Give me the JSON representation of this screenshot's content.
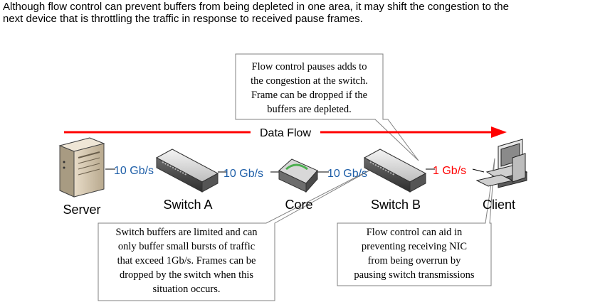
{
  "intro": {
    "line1": "Although flow control can prevent buffers from being depleted in one area, it may shift the congestion to the",
    "line2": "next device that is throttling the traffic in response to received pause frames."
  },
  "flow": {
    "label": "Data Flow",
    "color": "#ff0000"
  },
  "devices": {
    "server": "Server",
    "switch_a": "Switch A",
    "core": "Core",
    "switch_b": "Switch B",
    "client": "Client"
  },
  "links": {
    "server_switch_a": "10 Gb/s",
    "switch_a_core": "10 Gb/s",
    "core_switch_b": "10 Gb/s",
    "switch_b_client": "1 Gb/s"
  },
  "colors": {
    "link_blue": "#1f5fa8",
    "link_red": "#ff0000"
  },
  "callouts": {
    "top": [
      "Flow control pauses adds to",
      "the congestion at the switch.",
      "Frame can be dropped if the",
      "buffers are depleted."
    ],
    "bottom_left": [
      "Switch buffers are limited and can",
      "only buffer small bursts of traffic",
      "that exceed 1Gb/s.  Frames can be",
      "dropped by the switch when this",
      "situation occurs."
    ],
    "bottom_right": [
      "Flow control can aid in",
      "preventing receiving NIC",
      "from being overrun by",
      "pausing switch transmissions"
    ]
  }
}
